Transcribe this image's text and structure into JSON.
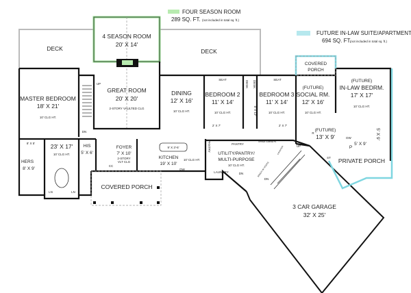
{
  "legend": {
    "four_season": {
      "title": "FOUR SEASON ROOM",
      "sqft": "289 SQ. FT.",
      "note": "(not included in total sq. ft.)",
      "color": "#b8ebb0"
    },
    "inlaw": {
      "title": "FUTURE IN-LAW SUITE/APARTMENT",
      "sqft": "694 SQ. FT.",
      "note": "(not included in total sq. ft.)",
      "color": "#b6e8ee"
    }
  },
  "rooms": {
    "deck_left": "DECK",
    "deck_right": "DECK",
    "season": {
      "name": "4 SEASON ROOM",
      "size": "20' X 14'"
    },
    "master": {
      "name": "MASTER BEDROOM",
      "size": "18' X 21'",
      "clg": "10' CLG HT."
    },
    "great": {
      "name": "GREAT ROOM",
      "size": "20' X 20'",
      "clg": "2-STORY VAULTED CLG"
    },
    "dining": {
      "name": "DINING",
      "size": "12' X 16'",
      "clg": "10' CLG HT."
    },
    "bed2": {
      "name": "BEDROOM 2",
      "size": "11' X 14'",
      "clg": "10' CLG HT.",
      "seat": "SEAT",
      "closet": "2' X 7'"
    },
    "bed3": {
      "name": "BEDROOM 3",
      "size": "11' X 14'",
      "clg": "10' CLG HT.",
      "seat": "SEAT",
      "closet": "2' X 7'"
    },
    "desk": "DESK",
    "bath_mid": "5' X 12'",
    "porch_inlaw": {
      "line1": "COVERED",
      "line2": "PORCH"
    },
    "social": {
      "future": "(FUTURE)",
      "name": "SOCIAL RM.",
      "size": "12' X 16'",
      "clg": "10' CLG HT."
    },
    "inlaw_bed": {
      "future": "(FUTURE)",
      "name": "IN-LAW BEDRM.",
      "size": "17' X 17'",
      "clg": "10' CLG HT."
    },
    "inlaw_kitchen": {
      "future": "(FUTURE)",
      "size": "13' X 9'",
      "r": "R",
      "dw": "DW",
      "p": "P"
    },
    "inlaw_bath": "5' X 9'",
    "inlaw_closet": "5' X 9'",
    "st": "ST",
    "private_porch": "PRIVATE PORCH",
    "shower": "8' X 5'",
    "hers": {
      "name": "HERS",
      "size": "8' X 9'"
    },
    "master_bath": {
      "size": "23' X 17'",
      "clg": "10' CLG HT."
    },
    "his": {
      "name": "HIS",
      "size": "5' X 6'"
    },
    "ln": "LN",
    "foyer": {
      "name": "FOYER",
      "size": "7' X 10'",
      "clg1": "2-STORY",
      "clg2": "VLT CLG"
    },
    "cc": "CC",
    "kitchen": {
      "name": "KITCHEN",
      "size": "19' X 10'",
      "clg": "10' CLG HT.",
      "island": "9' X 3'-6'",
      "dw": "DW"
    },
    "pantry_v": "PANTRY",
    "pantry": "PANTRY",
    "utility": {
      "line1": "UTILITY/PANTRY/",
      "line2": "MULTI-PURPOSE",
      "clg": "10' CLG HT."
    },
    "laundry": "LAUNDRY",
    "upper_cab": "UPPER CABINETS",
    "counter": "COUNTER",
    "bench": "BENCH W/ HOOKS",
    "covered_porch": "COVERED PORCH",
    "garage": {
      "name": "3 CAR GARAGE",
      "size": "32' X 25'"
    }
  },
  "stairs": {
    "up": "UP",
    "dn": "DN"
  }
}
